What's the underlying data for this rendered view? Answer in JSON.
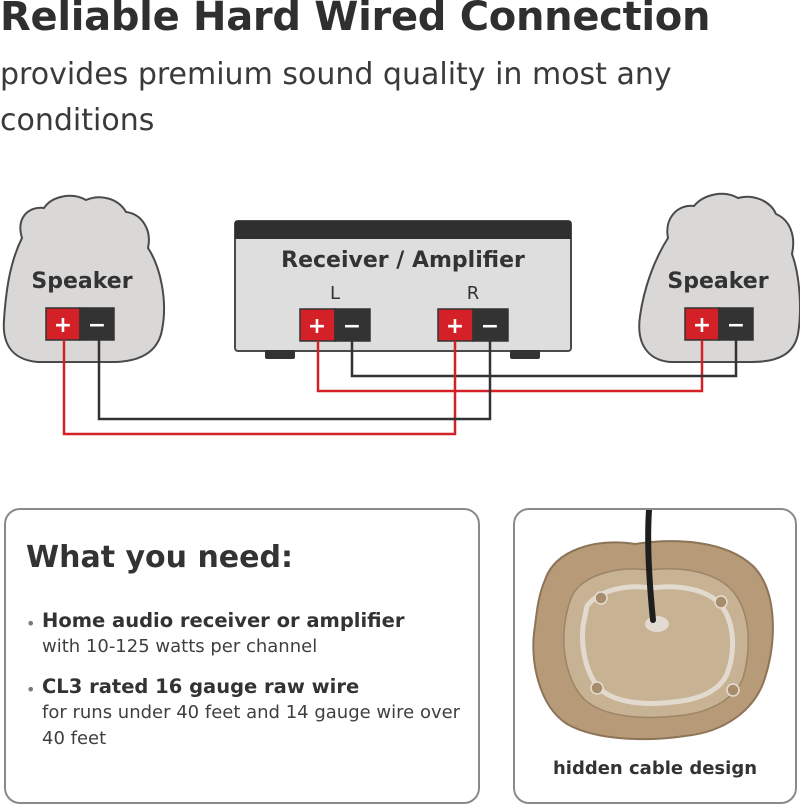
{
  "headline": "Reliable Hard Wired Connection",
  "subline": "provides premium sound quality in most any conditions",
  "diagram": {
    "left_speaker_label": "Speaker",
    "right_speaker_label": "Speaker",
    "receiver_label": "Receiver / Amplifier",
    "channel_left": "L",
    "channel_right": "R",
    "plus": "+",
    "minus": "−",
    "colors": {
      "positive": "#d42027",
      "negative": "#333333",
      "rock": "#d9d8d6",
      "receiver": "#dedede",
      "receiver_top": "#2f2f2f"
    }
  },
  "needs": {
    "title": "What you need:",
    "items": [
      {
        "head": "Home audio receiver or amplifier",
        "detail": "with 10-125 watts per channel"
      },
      {
        "head": "CL3 rated 16 gauge raw wire",
        "detail": "for runs under 40 feet and 14 gauge wire over 40 feet"
      }
    ]
  },
  "photo": {
    "caption": "hidden cable design"
  }
}
